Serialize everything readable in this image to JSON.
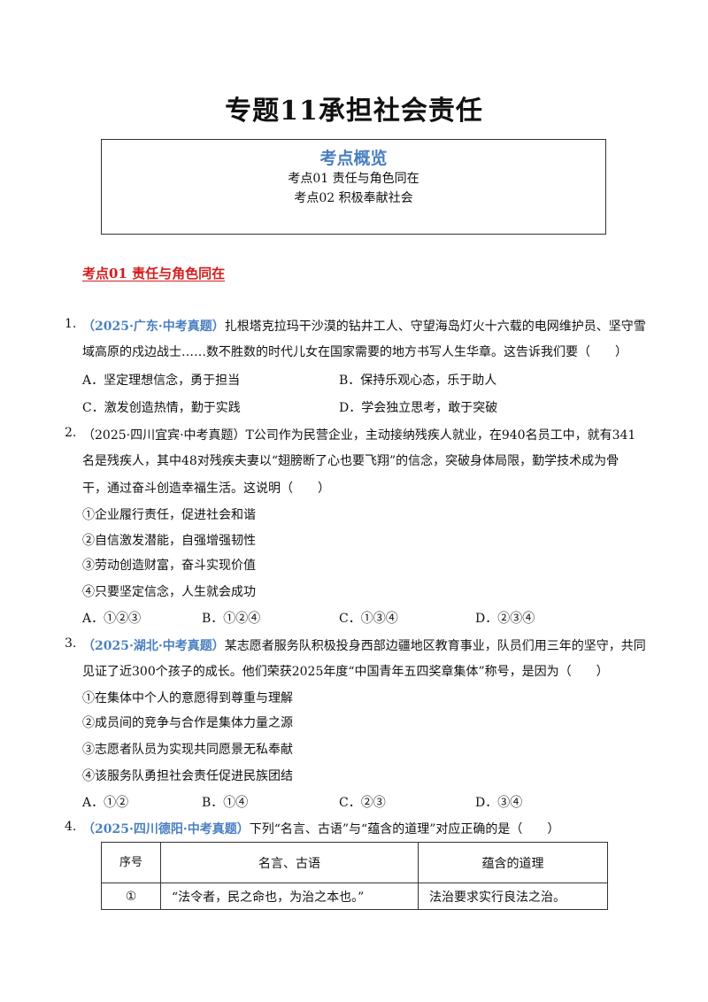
{
  "title": "专题11承担社会责任",
  "overview": {
    "heading": "考点概览",
    "items": [
      "考点01 责任与角色同在",
      "考点02 积极奉献社会"
    ]
  },
  "section1": "考点01 责任与角色同在",
  "q1": {
    "num": "1.",
    "source": "（2025·广东·中考真题）",
    "text1": "扎根塔克拉玛干沙漠的钻井工人、守望海岛灯火十六载的电网维护员、坚守雪",
    "text2": "域高原的戍边战士……数不胜数的时代儿女在国家需要的地方书写人生华章。这告诉我们要（　　）",
    "optA": "A．坚定理想信念，勇于担当",
    "optB": "B．保持乐观心态，乐于助人",
    "optC": "C．激发创造热情，勤于实践",
    "optD": "D．学会独立思考，敢于突破"
  },
  "q2": {
    "num": "2.",
    "line1": "（2025·四川宜宾·中考真题）T公司作为民营企业，主动接纳残疾人就业，在940名员工中，就有341",
    "line2": "名是残疾人，其中48对残疾夫妻以“翅膀断了心也要飞翔”的信念，突破身体局限，勤学技术成为骨",
    "line3": "干，通过奋斗创造幸福生活。这说明（　　）",
    "s1": "①企业履行责任，促进社会和谐",
    "s2": "②自信激发潜能，自强增强韧性",
    "s3": "③劳动创造财富，奋斗实现价值",
    "s4": "④只要坚定信念，人生就会成功",
    "optA": "A．①②③",
    "optB": "B．①②④",
    "optC": "C．①③④",
    "optD": "D．②③④"
  },
  "q3": {
    "num": "3.",
    "source": "（2025·湖北·中考真题）",
    "text1": "某志愿者服务队积极投身西部边疆地区教育事业，队员们用三年的坚守，共同",
    "text2": "见证了近300个孩子的成长。他们荣获2025年度“中国青年五四奖章集体”称号，是因为（　　）",
    "s1": "①在集体中个人的意愿得到尊重与理解",
    "s2": "②成员间的竞争与合作是集体力量之源",
    "s3": "③志愿者队员为实现共同愿景无私奉献",
    "s4": "④该服务队勇担社会责任促进民族团结",
    "optA": "A．①②",
    "optB": "B．①④",
    "optC": "C．②③",
    "optD": "D．③④"
  },
  "q4": {
    "num": "4.",
    "source": "（2025·四川德阳·中考真题）",
    "text": "下列“名言、古语”与“蕴含的道理”对应正确的是（　　）",
    "table": {
      "headers": [
        "序号",
        "名言、古语",
        "蕴含的道理"
      ],
      "rows": [
        [
          "①",
          "“法令者，民之命也，为治之本也。”",
          "法治要求实行良法之治。"
        ]
      ]
    }
  }
}
